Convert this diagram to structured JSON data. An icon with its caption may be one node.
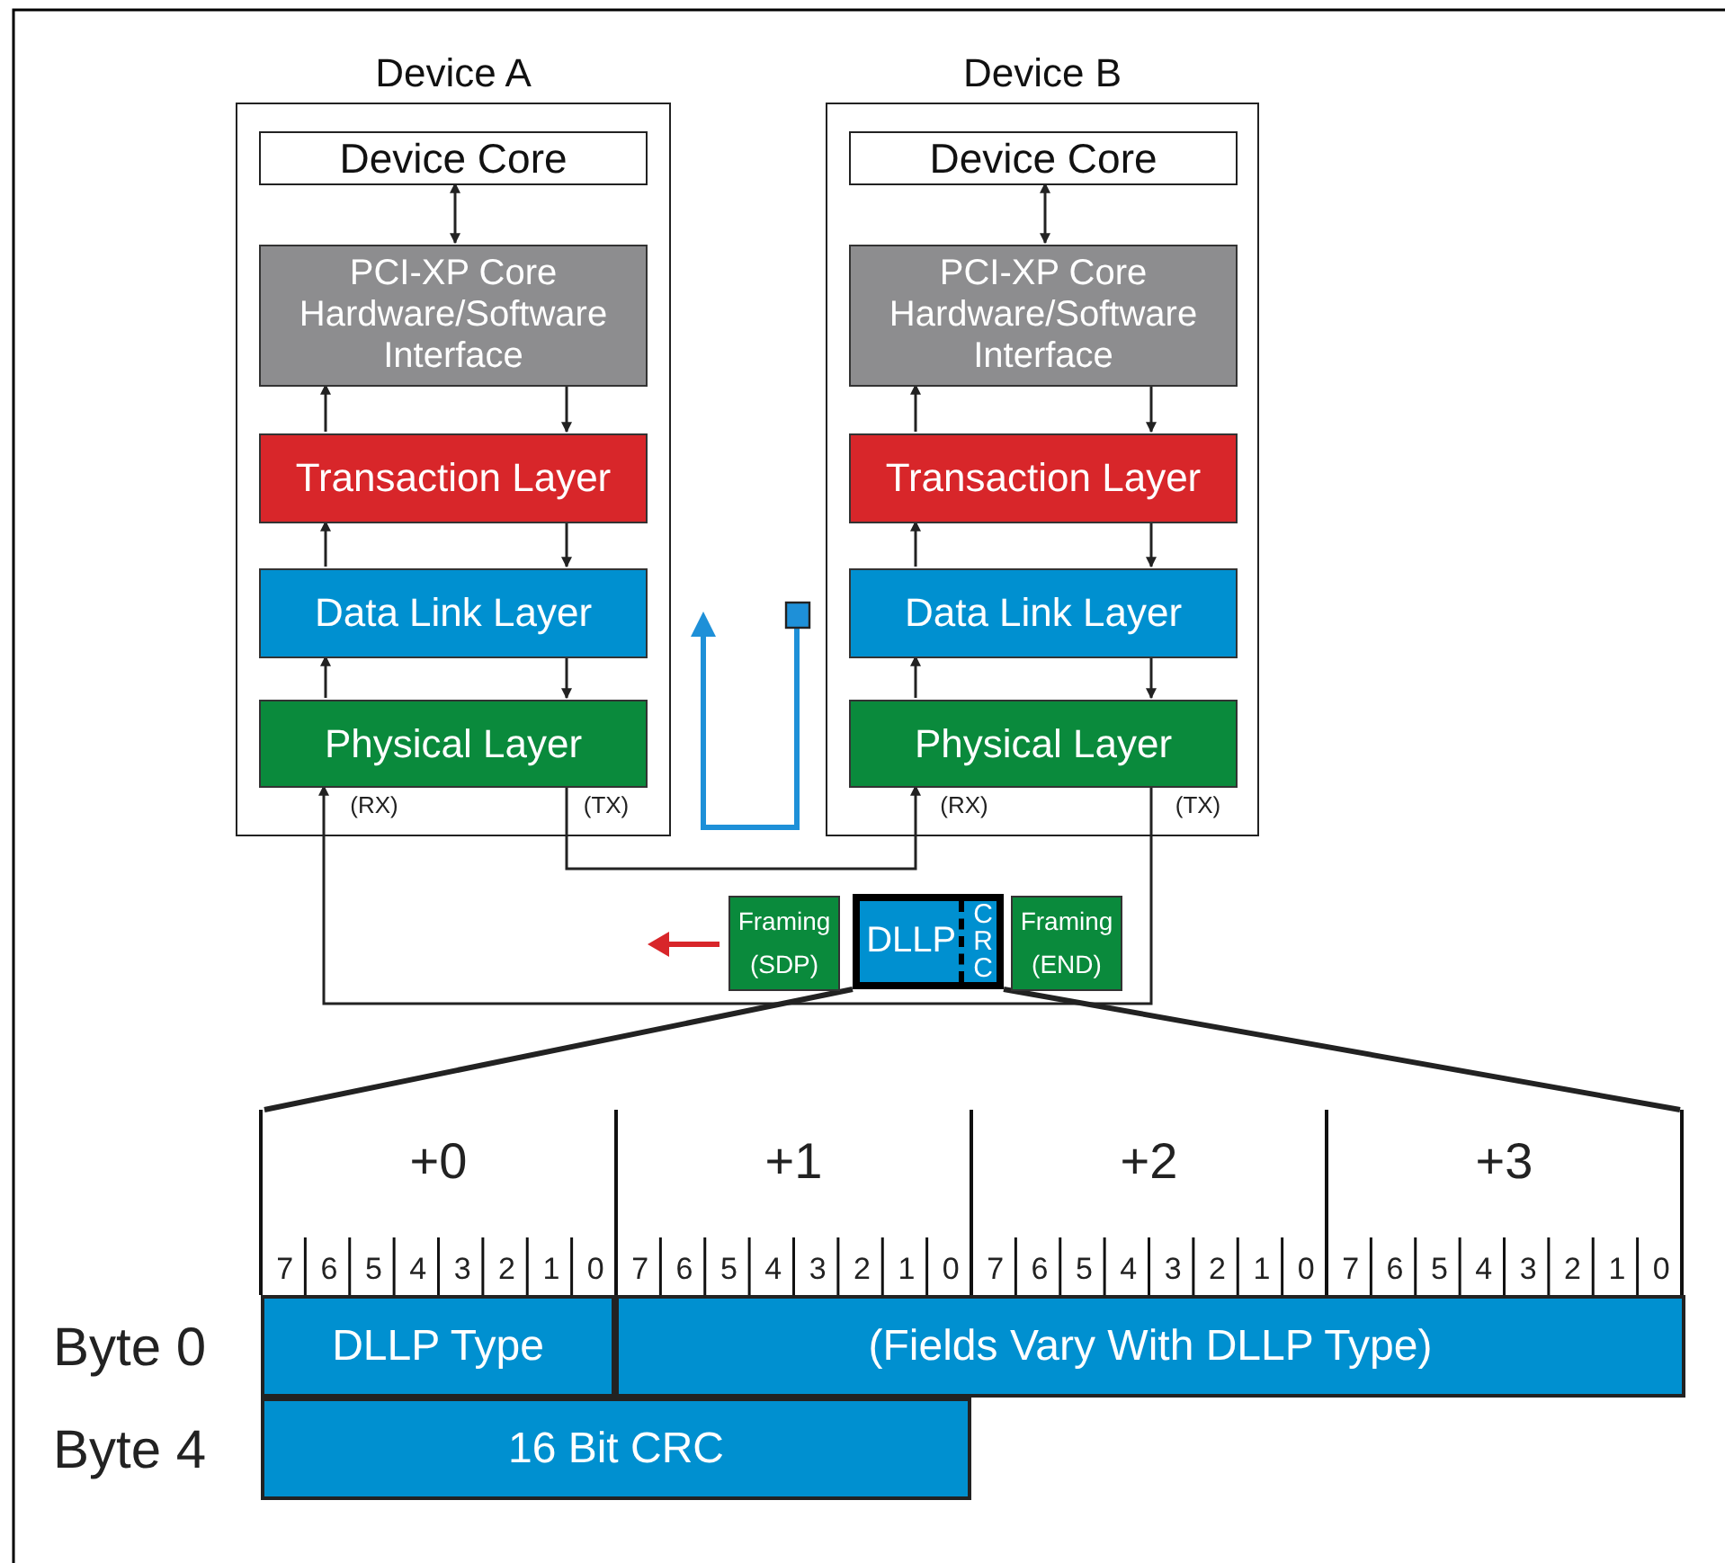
{
  "diagram": {
    "nodes": [
      {
        "text": [
          "Device A"
        ]
      },
      {
        "text": [
          "Device Core"
        ],
        "in": 0
      },
      {
        "text": [
          "PCI-XP Core Hardware/Software Interface"
        ],
        "in": 0
      },
      {
        "text": [
          "Transaction Layer"
        ],
        "in": 0
      },
      {
        "text": [
          "Data Link Layer"
        ],
        "in": 0
      },
      {
        "text": [
          "Physical Layer"
        ],
        "in": 0
      },
      {
        "text": [
          "Device B"
        ]
      },
      {
        "text": [
          "Device Core"
        ],
        "in": 6
      },
      {
        "text": [
          "PCI-XP Core Hardware/Software Interface"
        ],
        "in": 6
      },
      {
        "text": [
          "Transaction Layer"
        ],
        "in": 6
      },
      {
        "text": [
          "Data Link Layer"
        ],
        "in": 6
      },
      {
        "text": [
          "Physical Layer"
        ],
        "in": 6
      },
      {
        "text": [
          "Framing (SDP)"
        ]
      },
      {
        "text": [
          "DLLP",
          "CRC"
        ]
      },
      {
        "text": [
          "Framing (END)"
        ]
      },
      {
        "text": [
          "DLLP Type"
        ]
      },
      {
        "text": [
          "(Fields Vary With DLLP Type)"
        ]
      },
      {
        "text": [
          "16 Bit CRC"
        ]
      },
      {
        "text": [],
        "shape": "box"
      }
    ],
    "edges": [
      {
        "from": 1,
        "to": 2,
        "arrow": "both"
      },
      {
        "from": 3,
        "to": 2,
        "arrow": "to"
      },
      {
        "from": 2,
        "to": 3,
        "arrow": "to"
      },
      {
        "from": 4,
        "to": 3,
        "arrow": "to"
      },
      {
        "from": 3,
        "to": 4,
        "arrow": "to"
      },
      {
        "from": 5,
        "to": 4,
        "arrow": "to"
      },
      {
        "from": 4,
        "to": 5,
        "arrow": "to"
      },
      {
        "from": 7,
        "to": 8,
        "arrow": "both"
      },
      {
        "from": 9,
        "to": 8,
        "arrow": "to"
      },
      {
        "from": 8,
        "to": 9,
        "arrow": "to"
      },
      {
        "from": 10,
        "to": 9,
        "arrow": "to"
      },
      {
        "from": 9,
        "to": 10,
        "arrow": "to"
      },
      {
        "from": 11,
        "to": 10,
        "arrow": "to"
      },
      {
        "from": 10,
        "to": 11,
        "arrow": "to"
      },
      {
        "from": 5,
        "to": 11,
        "arrow": "to"
      },
      {
        "from": 11,
        "to": 5,
        "arrow": "to"
      },
      {
        "from": 13,
        "to": 18,
        "arrow": "none",
        "style": "thick"
      },
      {
        "from": 13,
        "to": 18,
        "arrow": "none",
        "style": "thick"
      }
    ],
    "labels": [
      "(RX)",
      "(TX)",
      "(RX)",
      "(TX)",
      "+0",
      "+1",
      "+2",
      "+3",
      "7",
      "6",
      "5",
      "4",
      "3",
      "2",
      "1",
      "0",
      "7",
      "6",
      "5",
      "4",
      "3",
      "2",
      "1",
      "0",
      "7",
      "6",
      "5",
      "4",
      "3",
      "2",
      "1",
      "0",
      "7",
      "6",
      "5",
      "4",
      "3",
      "2",
      "1",
      "0",
      "Byte 0",
      "Byte 4"
    ]
  }
}
